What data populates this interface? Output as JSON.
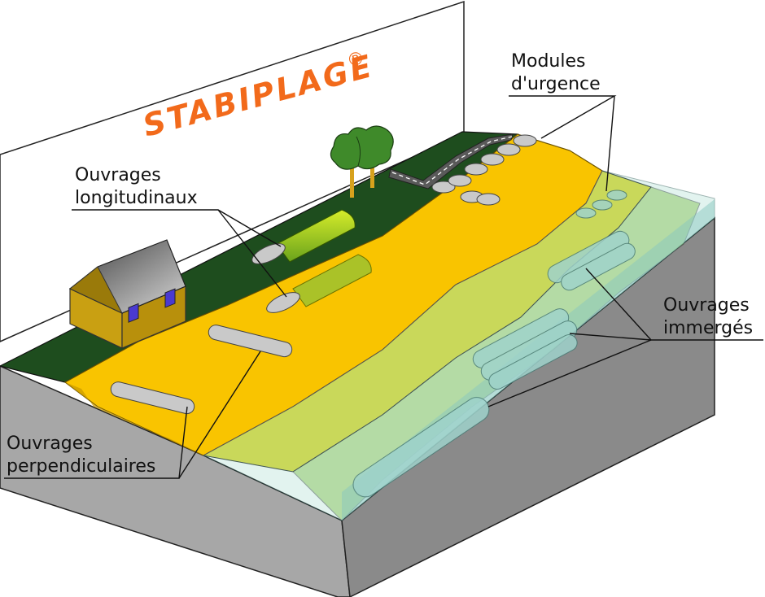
{
  "brand": {
    "name": "STABIPLAGE",
    "mark": "®"
  },
  "labels": {
    "emergency": [
      "Modules",
      "d'urgence"
    ],
    "longitudinal": [
      "Ouvrages",
      "longitudinaux"
    ],
    "submerged": [
      "Ouvrages",
      "immergés"
    ],
    "perpendicular": [
      "Ouvrages",
      "perpendiculaires"
    ]
  },
  "colors": {
    "grass": "#1e4d1e",
    "sand": "#f9c400",
    "wet_sand": "#c9d85a",
    "shallow": "#a3cf6a",
    "sea": "#bfe6dd",
    "ground_side": "#a7a7a7",
    "geotube": "#c9c9c9",
    "submerged_tube": "#9fd3cb",
    "brand": "#f26a1b"
  }
}
